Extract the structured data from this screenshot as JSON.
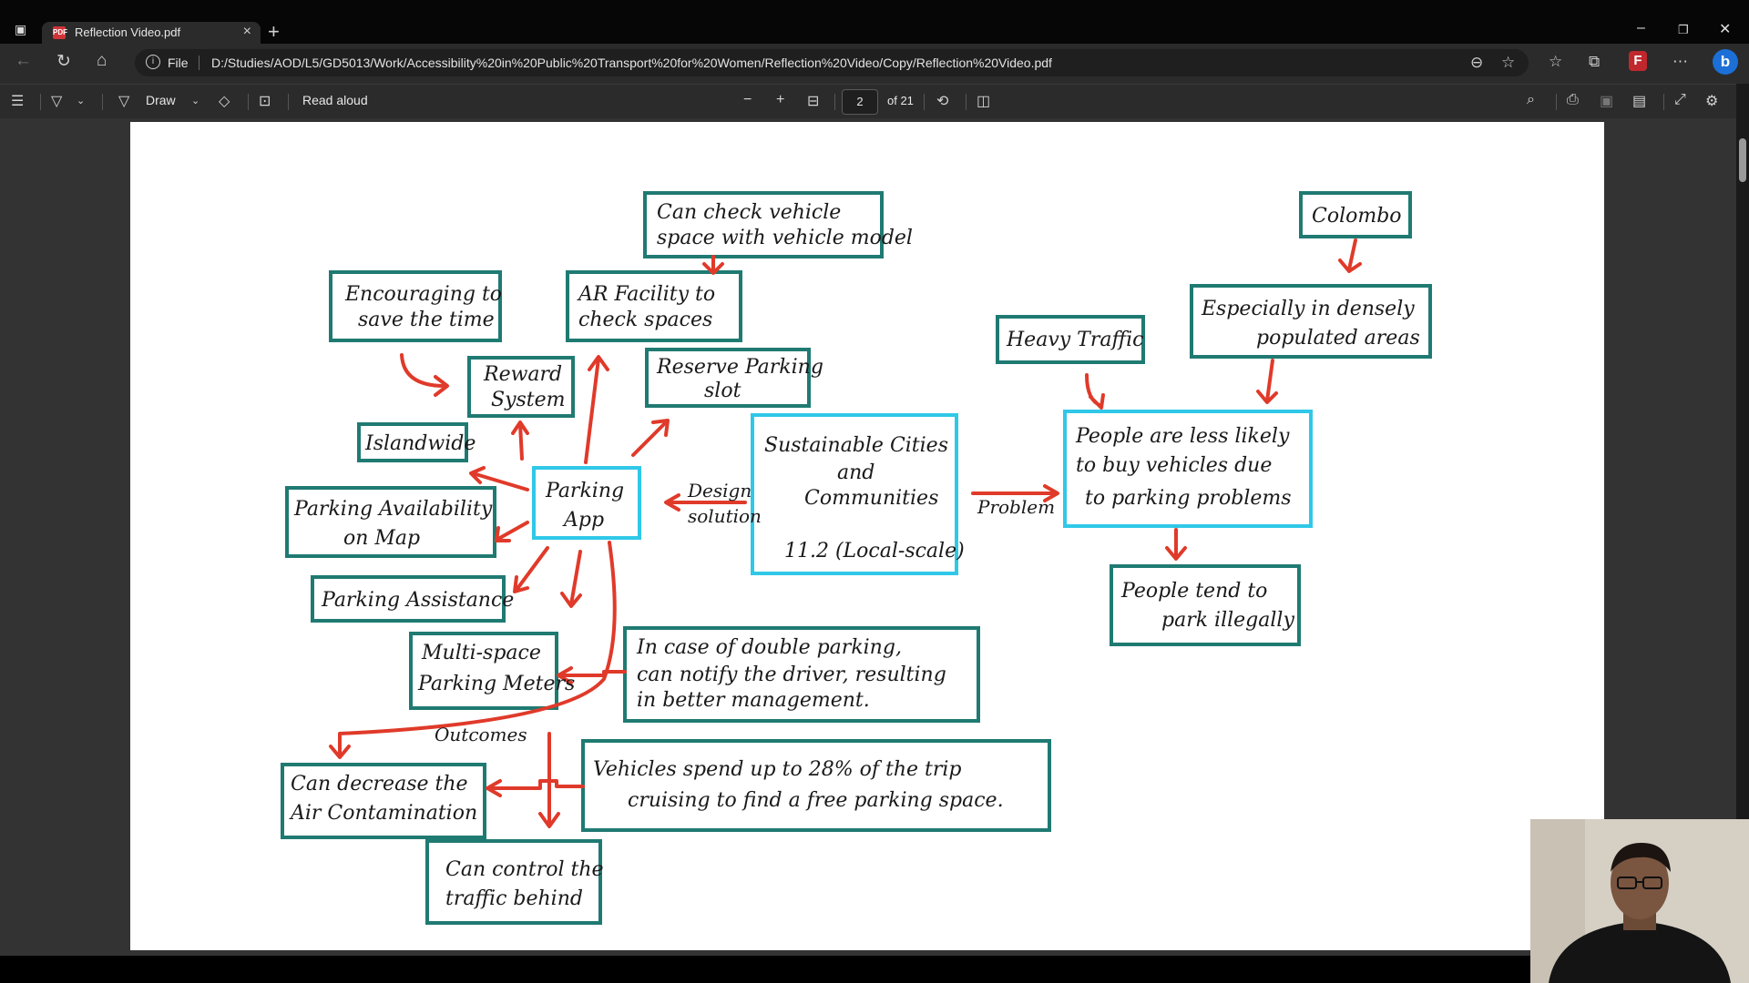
{
  "browser": {
    "tab_title": "Reflection Video.pdf",
    "scheme_label": "File",
    "url": "D:/Studies/AOD/L5/GD5013/Work/Accessibility%20in%20Public%20Transport%20for%20Women/Reflection%20Video/Copy/Reflection%20Video.pdf"
  },
  "pdf_toolbar": {
    "draw_label": "Draw",
    "read_aloud_label": "Read aloud",
    "page_number": "2",
    "page_total": "of 21"
  },
  "diagram": {
    "nodes": {
      "can_check": [
        "Can check vehicle",
        "space with vehicle model"
      ],
      "colombo": [
        "Colombo"
      ],
      "encouraging": [
        "Encouraging to",
        "save the time"
      ],
      "ar_facility": [
        "AR Facility to",
        "check spaces"
      ],
      "especially": [
        "Especially in densely",
        "populated areas"
      ],
      "reserve": [
        "Reserve Parking",
        "slot"
      ],
      "heavy_traffic": [
        "Heavy Traffic"
      ],
      "reward": [
        "Reward",
        "System"
      ],
      "islandwide": [
        "Islandwide"
      ],
      "parking_app": [
        "Parking",
        "App"
      ],
      "sustainable": [
        "Sustainable Cities",
        "and",
        "Communities",
        "11.2 (Local-scale)"
      ],
      "people_less": [
        "People are less likely",
        "to buy vehicles due",
        "to parking problems"
      ],
      "parking_availability": [
        "Parking Availability",
        "on Map"
      ],
      "parking_assistance": [
        "Parking Assistance"
      ],
      "people_illegal": [
        "People tend to",
        "park illegally"
      ],
      "multispace": [
        "Multi-space",
        "Parking Meters"
      ],
      "double_parking": [
        "In case of double parking,",
        "can notify the driver, resulting",
        "in better management."
      ],
      "decrease_air": [
        "Can decrease the",
        "Air Contamination"
      ],
      "vehicles_spend": [
        "Vehicles spend up to 28% of the trip",
        "cruising to find a free parking space."
      ],
      "control_traffic": [
        "Can control the",
        "traffic behind"
      ]
    },
    "labels": {
      "design_solution": [
        "Design",
        "solution"
      ],
      "problem": "Problem",
      "outcomes": "Outcomes"
    }
  }
}
